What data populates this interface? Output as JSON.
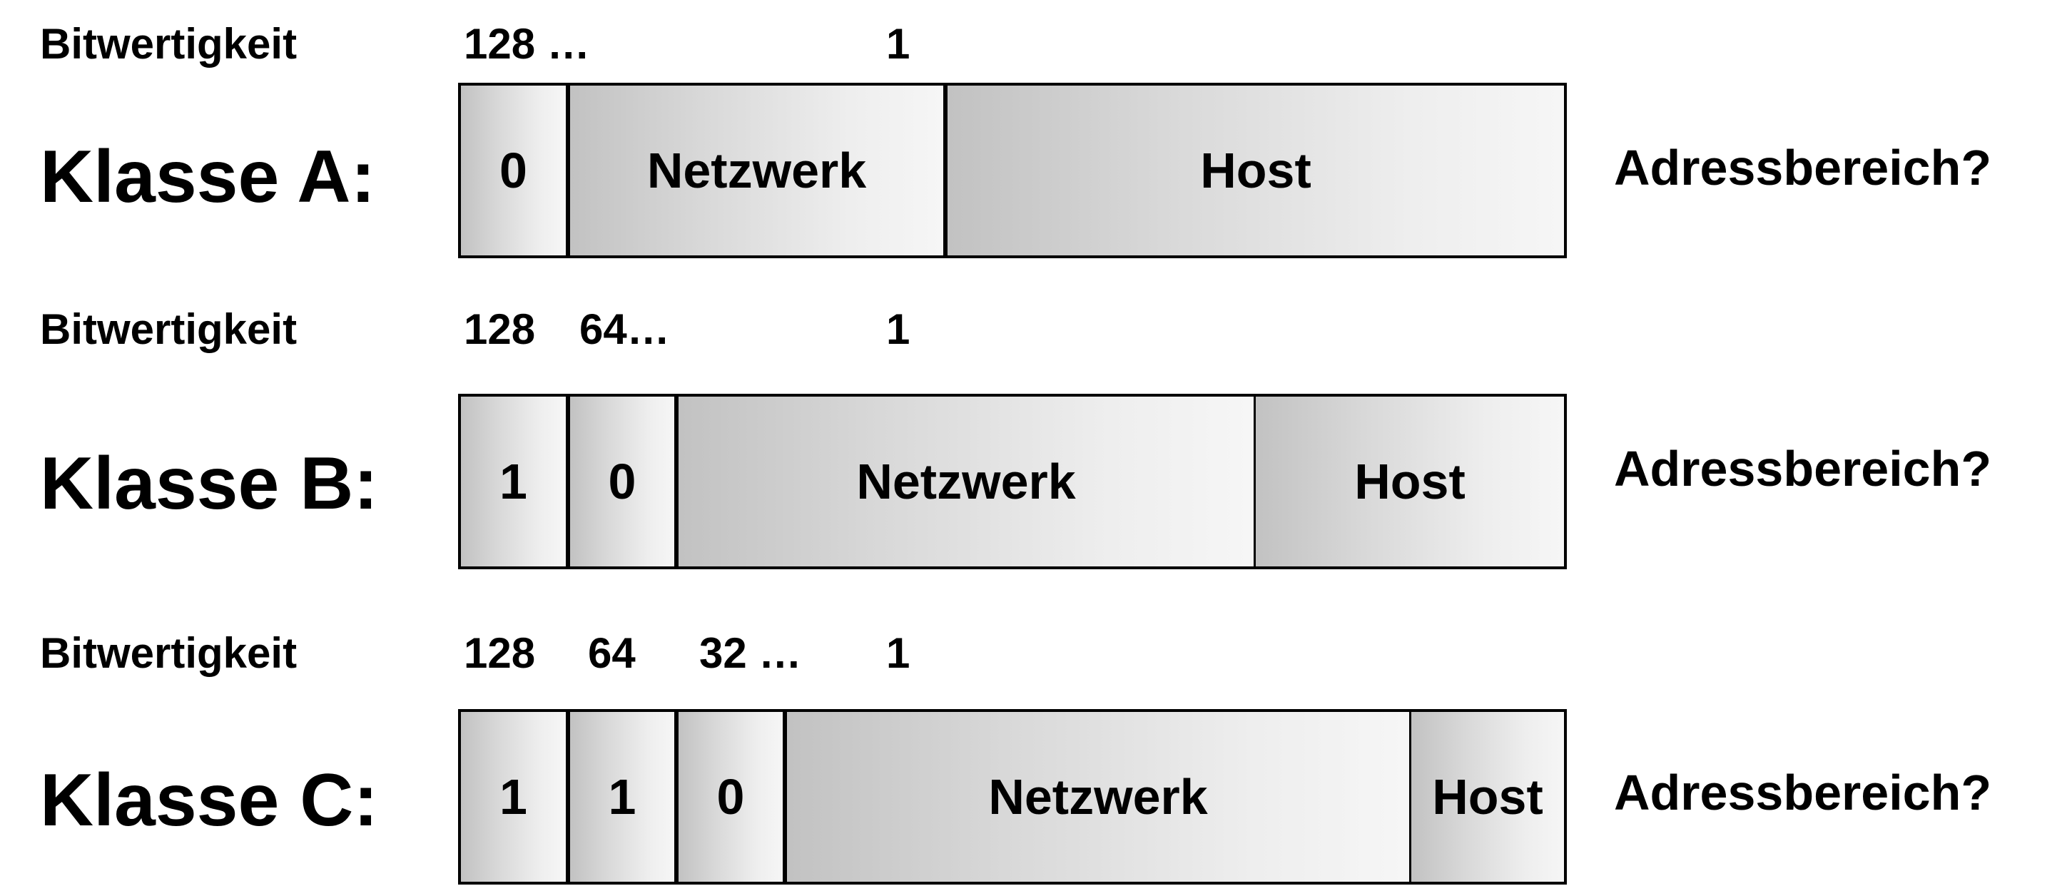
{
  "classes": [
    {
      "bit_label": "Bitwertigkeit",
      "bit_values": [
        "128 …",
        "1"
      ],
      "class_label": "Klasse A:",
      "fields": [
        "0",
        "Netzwerk",
        "Host"
      ],
      "question": "Adressbereich?"
    },
    {
      "bit_label": "Bitwertigkeit",
      "bit_values": [
        "128",
        "64…",
        "1"
      ],
      "class_label": "Klasse B:",
      "fields": [
        "1",
        "0",
        "Netzwerk",
        "Host"
      ],
      "question": "Adressbereich?"
    },
    {
      "bit_label": "Bitwertigkeit",
      "bit_values": [
        "128",
        "64",
        "32 …",
        "1"
      ],
      "class_label": "Klasse C:",
      "fields": [
        "1",
        "1",
        "0",
        "Netzwerk",
        "Host"
      ],
      "question": "Adressbereich?"
    }
  ]
}
